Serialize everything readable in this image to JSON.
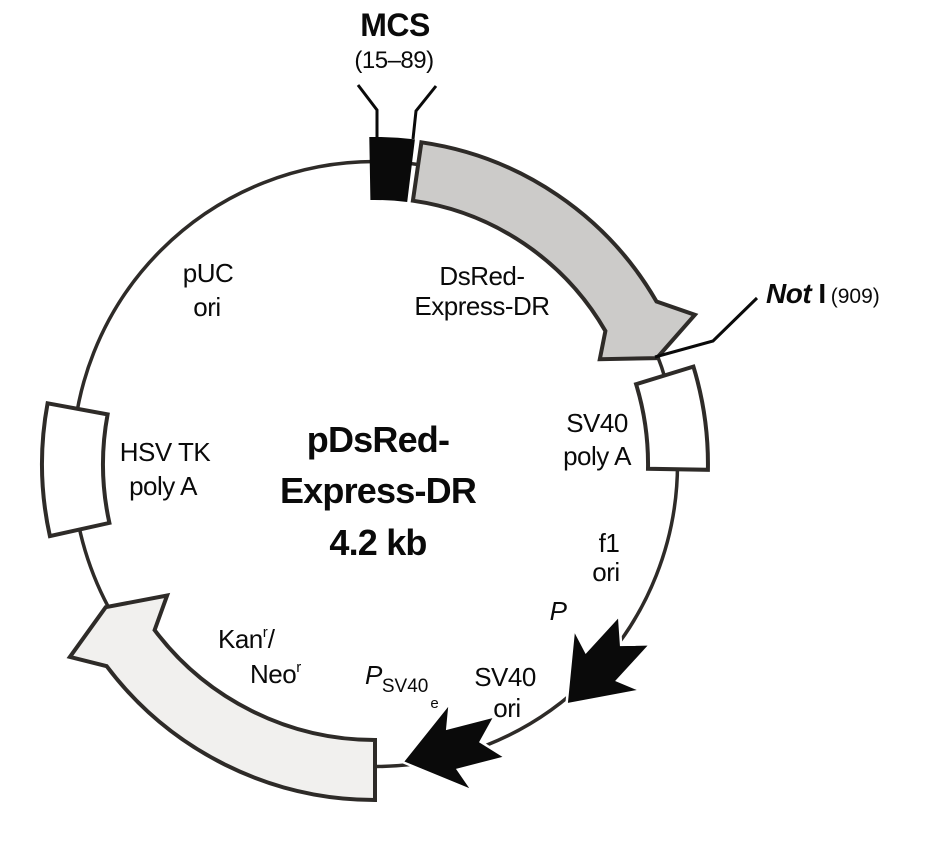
{
  "plasmid": {
    "title": {
      "line1": "pDsRed-",
      "line2": "Express-DR",
      "size": "4.2 kb"
    },
    "mcs": {
      "label": "MCS",
      "range": "(15–89)"
    },
    "insert": {
      "line1": "DsRed-",
      "line2": "Express-DR"
    },
    "restriction_site": {
      "enzyme": "Not",
      "numeral": " I",
      "position": "(909)"
    },
    "sv40_polya": {
      "line1": "SV40",
      "line2": "poly A"
    },
    "f1_ori": {
      "line1": "f1",
      "line2": "ori"
    },
    "p_promoter": {
      "label": "P"
    },
    "sv40_ori": {
      "line1": "SV40",
      "line2": "ori"
    },
    "psv40e_promoter": {
      "p": "P",
      "sub": "SV40",
      "sub2": "e"
    },
    "resistance": {
      "kan": "Kan",
      "kan_sup": "r",
      "slash": "/",
      "neo": "Neo",
      "neo_sup": "r"
    },
    "hsv_tk_polya": {
      "line1": "HSV TK",
      "line2": "poly A"
    },
    "puc_ori": {
      "line1": "pUC",
      "line2": "ori"
    },
    "colors": {
      "outline": "#2e2b28",
      "black": "#0a0a0a",
      "white": "#ffffff",
      "dsred_fill": "#cccbc9",
      "kan_neo_fill": "#f1f0ee"
    }
  }
}
